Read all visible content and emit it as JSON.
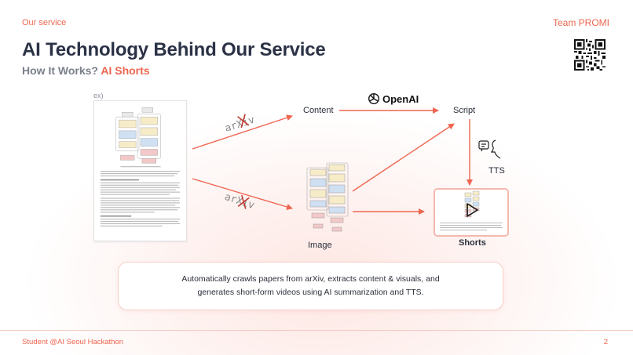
{
  "header": {
    "section": "Our service",
    "team": "Team PROMI",
    "title": "AI Technology Behind Our Service",
    "subtitle_prefix": "How It Works?",
    "subtitle_accent": "AI Shorts"
  },
  "diagram": {
    "example_label": "ex)",
    "source_logo_1": "arXiv",
    "source_logo_2": "arXiv",
    "content_label": "Content",
    "openai_label": "OpenAI",
    "script_label": "Script",
    "tts_label": "TTS",
    "image_label": "Image",
    "shorts_label": "Shorts"
  },
  "description": {
    "line1": "Automatically crawls papers from arXiv, extracts content & visuals, and",
    "line2": "generates short-form videos using AI summarization and TTS."
  },
  "footer": {
    "event": "Student @AI Seoul Hackathon",
    "page_number": "2"
  },
  "colors": {
    "accent": "#ee6650",
    "arrow": "#ee6650",
    "title": "#2b3246"
  }
}
